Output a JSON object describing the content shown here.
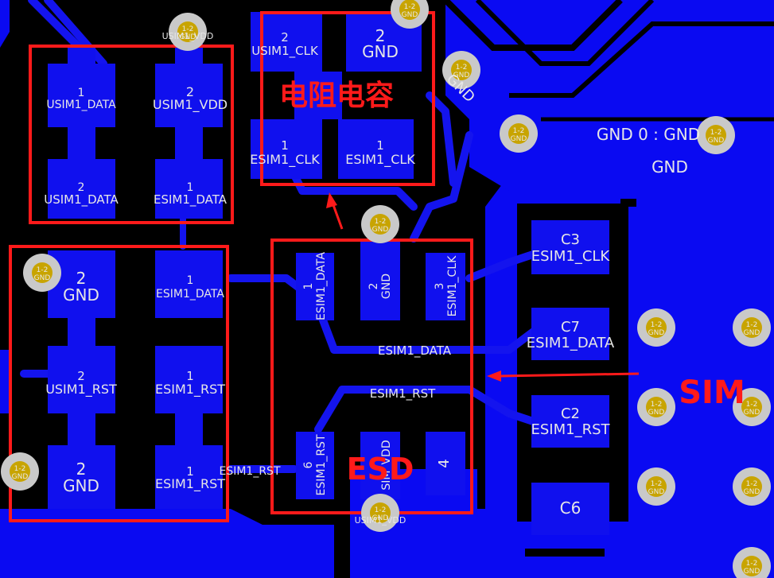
{
  "colors": {
    "copper": "#1010ee",
    "background": "#000000",
    "silk": "#e6e6e6",
    "annotation": "#ff1a1a",
    "via_ring": "#c9c9c9",
    "via_core": "#c8a400"
  },
  "annotations": {
    "rc_label": "电阻电容",
    "esd_label": "ESD",
    "sim_label": "SIM"
  },
  "vias": {
    "label": "1-2",
    "sub": "GND"
  },
  "silk": {
    "top_usim_vdd": "USIM1_VDD",
    "top_usim1_clk_num": "2",
    "top_usim1_clk": "USIM1_CLK",
    "top_gnd_num": "2",
    "top_gnd": "GND",
    "gnd_rot": "GND",
    "gnd_net": "GND 0 : GND",
    "gnd_big": "GND",
    "cap_left_1_num": "1",
    "cap_left_1": "USIM1_DATA",
    "cap_left_2_num": "2",
    "cap_left_2": "USIM1_VDD",
    "cap_left_3_num": "2",
    "cap_left_3": "USIM1_DATA",
    "cap_left_4_num": "1",
    "cap_left_4": "ESIM1_DATA",
    "rc_clk_l_num": "1",
    "rc_clk_l": "ESIM1_CLK",
    "rc_clk_r_num": "1",
    "rc_clk_r": "ESIM1_CLK",
    "res_gnd1_num": "2",
    "res_gnd1": "GND",
    "res_data_num": "1",
    "res_data": "ESIM1_DATA",
    "res_rst2_num": "2",
    "res_rst2": "USIM1_RST",
    "res_rst1_num": "1",
    "res_rst1": "ESIM1_RST",
    "res_gnd2_num": "2",
    "res_gnd2": "GND",
    "res_rst3_num": "1",
    "res_rst3": "ESIM1_RST",
    "res_trace_rst": "ESIM1_RST",
    "esd_p1_num": "1",
    "esd_p1": "ESIM1_DATA",
    "esd_p2_num": "2",
    "esd_p2": "GND",
    "esd_p3_num": "3",
    "esd_p3": "ESIM1_CLK",
    "esd_trace_data": "ESIM1_DATA",
    "esd_trace_rst": "ESIM1_RST",
    "esd_p6_num": "6",
    "esd_p6": "ESIM1_RST",
    "esd_p5": "SIM_VDD",
    "esd_p4": "4",
    "bottom_usim_vdd": "USIM1_VDD",
    "c3": "C3",
    "c3_net": "ESIM1_CLK",
    "c7": "C7",
    "c7_net": "ESIM1_DATA",
    "c2": "C2",
    "c2_net": "ESIM1_RST",
    "c6": "C6"
  }
}
